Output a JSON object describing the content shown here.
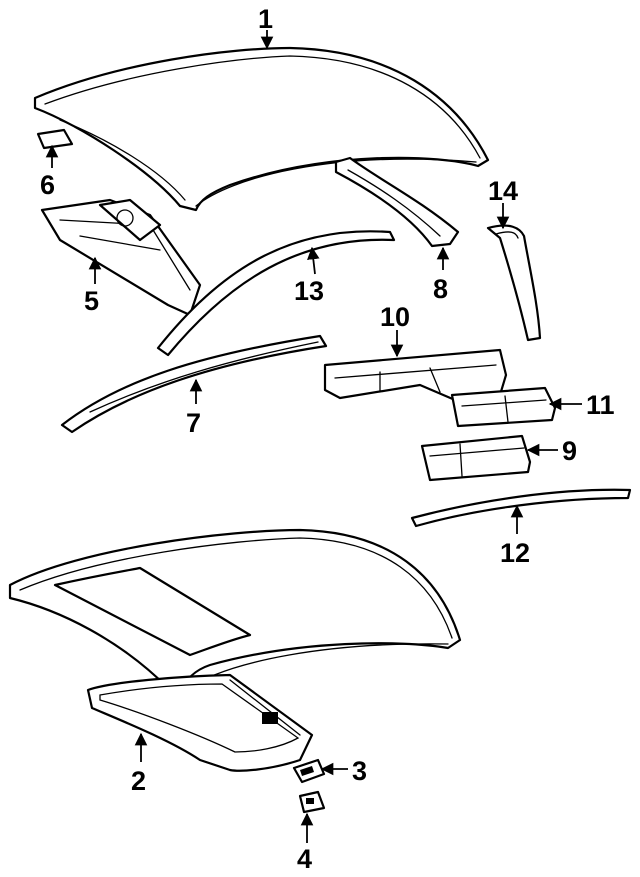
{
  "callouts": {
    "c1": "1",
    "c2": "2",
    "c3": "3",
    "c4": "4",
    "c5": "5",
    "c6": "6",
    "c7": "7",
    "c8": "8",
    "c9": "9",
    "c10": "10",
    "c11": "11",
    "c12": "12",
    "c13": "13",
    "c14": "14"
  },
  "colors": {
    "ink": "#000000",
    "paper": "#ffffff"
  }
}
